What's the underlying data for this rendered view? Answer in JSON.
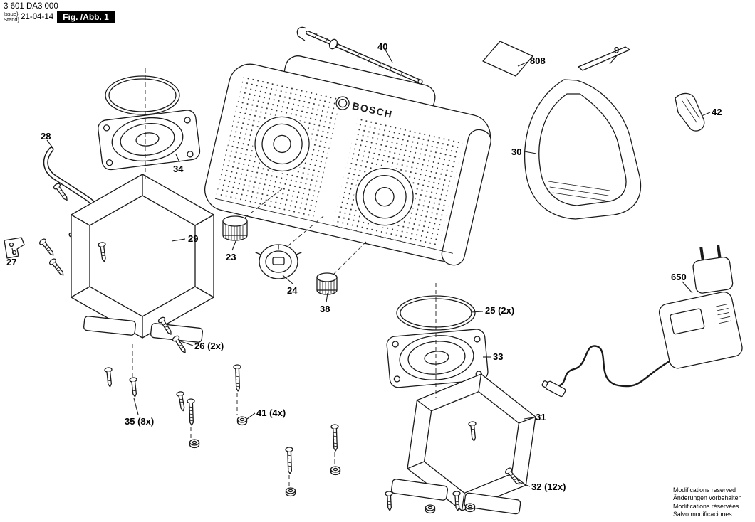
{
  "header": {
    "document_number": "3 601 DA3 000",
    "issue_label": "Issue",
    "stand_label": "Stand",
    "brace": "}",
    "date": "21-04-14",
    "figure_label": "Fig. /Abb. 1"
  },
  "diagram": {
    "logo_text": "BOSCH"
  },
  "parts": [
    {
      "text": "40"
    },
    {
      "text": "808"
    },
    {
      "text": "9"
    },
    {
      "text": "42"
    },
    {
      "text": "30"
    },
    {
      "text": "28"
    },
    {
      "text": "34"
    },
    {
      "text": "29"
    },
    {
      "text": "23"
    },
    {
      "text": "24"
    },
    {
      "text": "38"
    },
    {
      "text": "27"
    },
    {
      "text": "26 (2x)"
    },
    {
      "text": "25 (2x)"
    },
    {
      "text": "33"
    },
    {
      "text": "650"
    },
    {
      "text": "31"
    },
    {
      "text": "35 (8x)"
    },
    {
      "text": "41 (4x)"
    },
    {
      "text": "32 (12x)"
    }
  ],
  "footer": {
    "lines": [
      "Modifications reserved",
      "Änderungen vorbehalten",
      "Modifications réservées",
      "Salvo modificaciones"
    ]
  },
  "colors": {
    "ink": "#1a1a1a",
    "badge_bg": "#000000",
    "badge_fg": "#ffffff",
    "paper": "#ffffff"
  }
}
